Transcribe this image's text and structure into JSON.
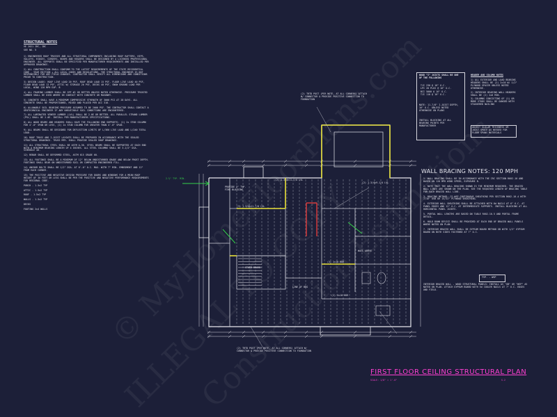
{
  "structural_notes": {
    "title": "STRUCTURAL NOTES",
    "sub1": "VE 2021 IRC, IBC",
    "sub2": "SEE NO. 5",
    "paragraphs": [
      "1) ENGINEERED ROOF TRUSSES AND ALL STRUCTURAL COMPONENTS INCLUDING ROOF RAFTERS, HIPS, VALLEYS, RIDGES, GIRDERS, BEAMS AND HEADERS SHALL BE DESIGNED BY A LICENSED PROFESSIONAL ENGINEER. ALL SUPPORTS SHALL BE SPECIFIED PER MANUFACTURER REQUIREMENTS AND INSTALLED PER APPROVED DRAWINGS.",
      "2) ALL CONSTRUCTION SHALL CONFORM TO THE LATEST REQUIREMENTS OF THE STATE RESIDENTIAL CODE - YEAR EDITION + ALL LOCAL CODES AND REGULATIONS. THE STRUCTURAL ENGINEER IS NOT RESPONSIBLE FOR ANY FIELD CHANGES. CONTRACTOR SHALL VERIFY ALL DIMENSIONS AND CONDITIONS PRIOR TO CONSTRUCTION.",
      "3) DESIGN LOADS: ROOF LIVE LOAD 20 PSF, ROOF DEAD LOAD 15 PSF, FLOOR LIVE LOAD 40 PSF, FLOOR DEAD LOAD 12 PSF, ATTIC W/ STORAGE 20 PSF, DECKS 40 PSF, SNOW GROUND LOAD PER LOCAL, WIND 120 MPH EXP. B",
      "4) ALL FRAMING LUMBER SHALL BE SPF #2 OR BETTER UNLESS NOTED OTHERWISE. PRESSURE TREATED LUMBER SHALL BE USED WHERE IN CONTACT WITH CONCRETE OR MASONRY.",
      "5) CONCRETE SHALL HAVE A MINIMUM COMPRESSIVE STRENGTH OF 3000 PSI AT 28 DAYS. ALL CONCRETE SHALL BE PROPORTIONED, MIXED AND PLACED PER ACI 318.",
      "6) ALLOWABLE SOIL BEARING PRESSURE ASSUMED TO BE 2000 PSF. THE CONTRACTOR SHALL CONTACT A GEOTECHNICAL ENGINEER IF ANY UNSUITABLE SOIL CONDITIONS ARE ENCOUNTERED.",
      "7) ALL LAMINATED VENEER LUMBER (LVL) SHALL BE 2.0E OR BETTER. ALL PARALLEL STRAND LUMBER (PSL) SHALL BE 2.0E. INSTALL PER MANUFACTURERS SPECIFICATIONS.",
      "8) ALL WOOD BEAMS AND HEADERS SHALL HAVE THE FOLLOWING END SUPPORTS: (1) 2x STUD COLUMN FOR 4'-0\" SPAN OR LESS, (2) 2x STUD COLUMN FOR GREATER THAN 4'-0\" SPAN.",
      "9) ALL BEAMS SHALL BE DESIGNED FOR DEFLECTION LIMITS OF L/360 LIVE LOAD AND L/240 TOTAL LOAD.",
      "10) ROOF TRUSS AND I-JOIST LAYOUTS SHALL BE PREPARED IN ACCORDANCE WITH THE SEALED STRUCTURAL DRAWINGS. TRUSS MFR. SHALL PROVIDE SEALED SHOP DRAWINGS.",
      "11) ALL STRUCTURAL STEEL SHALL BE ASTM A-36. STEEL BEAMS SHALL BE SUPPORTED AT EACH END WITH A MINIMUM BEARING LENGTH OF 4 INCHES. ALL STEEL COLUMNS SHALL BE 3-1/2\" DIA. SCHEDULE 40.",
      "12) REBAR SHALL BE DEFORMED STEEL, ASTM 615 GRADE 60.",
      "13) ALL FOOTINGS SHALL BE A MINIMUM OF 12\" BELOW UNDISTURBED GRADE AND BELOW FROST DEPTH. FOOTINGS SHALL BEAR ON UNDISTURBED SOIL OR COMPACTED ENGINEERED FILL.",
      "14) ANCHOR BOLTS SHALL BE 1/2\" DIA. AT 6'-0\" O.C. MAX. WITH 7\" MIN. EMBEDMENT AND 12\" FROM EACH CORNER.",
      "15) THE POSITIVE AND NEGATIVE DESIGN PRESSURE FOR DOORS AND WINDOWS FOR A MEAN ROOF HEIGHT OF 30 FEET OR LESS SHALL BE PER THE POSITIVE AND NEGATIVE PERFORMANCE REQUIREMENTS FOR REGIONAL CODE.",
      "PORCH - 1.5x2 TYP",
      "ATTIC - 1.5x2 TYP",
      "ROOF - 1.5x2 TYP",
      "WALLS - 1.5x2 TYP",
      "DECKS",
      "FOOTING 2x4 WALLS"
    ]
  },
  "joist_notes": {
    "title": "WOOD \"I\" JOISTS SHALL BE ONE OF THE FOLLOWING",
    "items": [
      "TJI 230 @ 16\" O.C.",
      "LPI 20 PLUS @ 16\" O.C.",
      "BCI 5000 @ 16\" O.C.",
      "TJI 110 @ 16\" O.C."
    ],
    "note": "NOTE: 11-7/8\" I-JOIST DEPTH, 16\" O.C. UNLESS NOTED OTHERWISE ON PLANS",
    "extra": "INSTALL BLOCKING AT ALL BEARING POINTS PER MANUFACTURER"
  },
  "header_notes": {
    "title": "HEADER AND COLUMN NOTES",
    "items": [
      "1) ALL EXTERIOR AND LOAD BEARING HEADERS SHALL BE (2) 2x10 W/ 1/2\" PLYWOOD SPACER UNLESS NOTED OTHERWISE.",
      "2) INTERIOR BEARING WALL HEADERS SHALL BE (2) 2x8 MIN.",
      "3) COLUMNS CONSISTING OF (1) OR MORE STUDS SHALL BE GANGED WITH STAGGERED NAILING"
    ],
    "sub": "ADJUST GLULAM THICKNESS OR JOIST SPACE AS NEEDED FOR FLOOR SPANS MATERIALS"
  },
  "wall_bracing": {
    "title": "WALL BRACING NOTES: 120 MPH",
    "items": [
      "1. WALL BRACING SHALL BE IN ACCORDANCE WITH THE IRC SECTION R602.10 AND BASED ON 120 MPH WIND SPEED, EXPOSURE B.",
      "2. NOTE THAT THE WALL BRACING SHOWN IS THE MINIMUM REQUIRED. THE BRACED WALL LINES ARE SHOWN ON THE PLAN. SEE THE REQUIRED LENGTH OF BRACING TABLE FOR EACH BRACED WALL LINE.",
      "3. BRACING METHOD: CS-WSP CONTINUOUS SHEATHING PER SECTION R602.10.4 WITH 7/16\" OSB OR 15/32\" PLYWOOD SHEATHING.",
      "4. EXTERIOR WALL SHEATHING SHALL BE ATTACHED WITH 8d NAILS AT 6\" O.C. AT PANEL EDGES AND 12\" O.C. AT INTERMEDIATE SUPPORTS. INSTALL BLOCKING AT ALL HORIZONTAL PANEL JOINTS.",
      "5. PORTAL WALL LENGTHS ARE BASED ON TABLE R602.10.5 AND PORTAL FRAME DETAIL.",
      "6. HOLD DOWN DEVICE SHALL BE PROVIDED AT EACH END OF BRACED WALL PANELS WHERE NOTED ON PLAN.",
      "7. INTERIOR BRACED WALL SHALL BE GYPSUM BOARD METHOD GB WITH 1/2\" GYPSUM BOARD ON BOTH SIDES FASTENED AT 7\" O.C."
    ],
    "tag": "TYP. - WSP",
    "final": "INTERIOR BRACED WALL - WOOD STRUCTURAL PANELS: INSTALL AS \"GB\" OR \"WSP\" AS NOTED ON PLAN. ATTACH GYPSUM BOARD WITH 5d COOLER NAILS AT 7\" O.C. EDGES AND FIELD."
  },
  "plan_labels": {
    "top_note": "(2) TRTD POST (PER NOTE, AT ALL CORNERS) ATTACH W/ CONNECTOR & PROVIDE POSITIVE CONNECTION TO FOUNDATION",
    "bottom_note": "(2) TRTD POST (PER NOTE, AT ALL CORNERS) ATTACH W/ CONNECTOR & PROVIDE POSITIVE CONNECTION TO FOUNDATION",
    "beam_label": "(2) 1-3/4x11-7/8 LVL",
    "lvl_labels": [
      "(3) 1-3/4x11-7/8 LVL",
      "(2) 1-3/4x9-1/4 LVL",
      "(3) 2x10 HDR",
      "(2) 2x10 HDR"
    ],
    "line_of_brg": "LINE OF BRG",
    "wall_above": "WALL ABOVE",
    "stair_board": "STAIR BOARD",
    "provide": "PROVIDE 2\" TYP. FIRE BLOCKING",
    "callout": "2-½\" TYP. MIN."
  },
  "plan_title": {
    "main": "FIRST FLOOR CEILING STRUCTURAL PLAN",
    "scale": "SCALE: 1/8\" = 1'-0\"",
    "sheet": "S-2"
  },
  "watermark": {
    "lines": [
      "© MyHomeFloorPlans.com",
      "ILLEGAL TO COPY",
      "Construction Estimations"
    ]
  },
  "colors": {
    "background": "#1c1f38",
    "line": "#e8e8ee",
    "accent_yellow": "#e9e23a",
    "accent_red": "#e03a3a",
    "accent_green": "#35d04a",
    "accent_magenta": "#ff3fd2"
  }
}
